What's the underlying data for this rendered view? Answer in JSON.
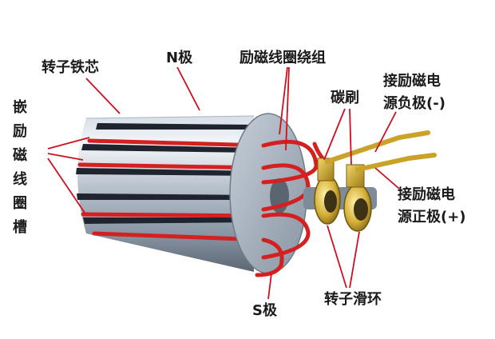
{
  "labels": {
    "rotor_core": "转子铁芯",
    "n_pole": "N极",
    "field_coil": "励磁线圈绕组",
    "carbon_brush": "碳刷",
    "neg_terminal_line1": "接励磁电",
    "neg_terminal_line2": "源负极(-)",
    "embedded_slot": "嵌励磁线圈槽",
    "pos_terminal_line1": "接励磁电",
    "pos_terminal_line2": "源正极(+)",
    "s_pole": "S极",
    "slip_ring": "转子滑环"
  },
  "colors": {
    "leader_line": "#cc1020",
    "coil_wire": "#d42020",
    "core_light": "#e6ecf2",
    "core_dark": "#8896a6",
    "slot_dark": "#1e252e",
    "brass": "#c9a227",
    "ring_gold": "#d4af37"
  }
}
